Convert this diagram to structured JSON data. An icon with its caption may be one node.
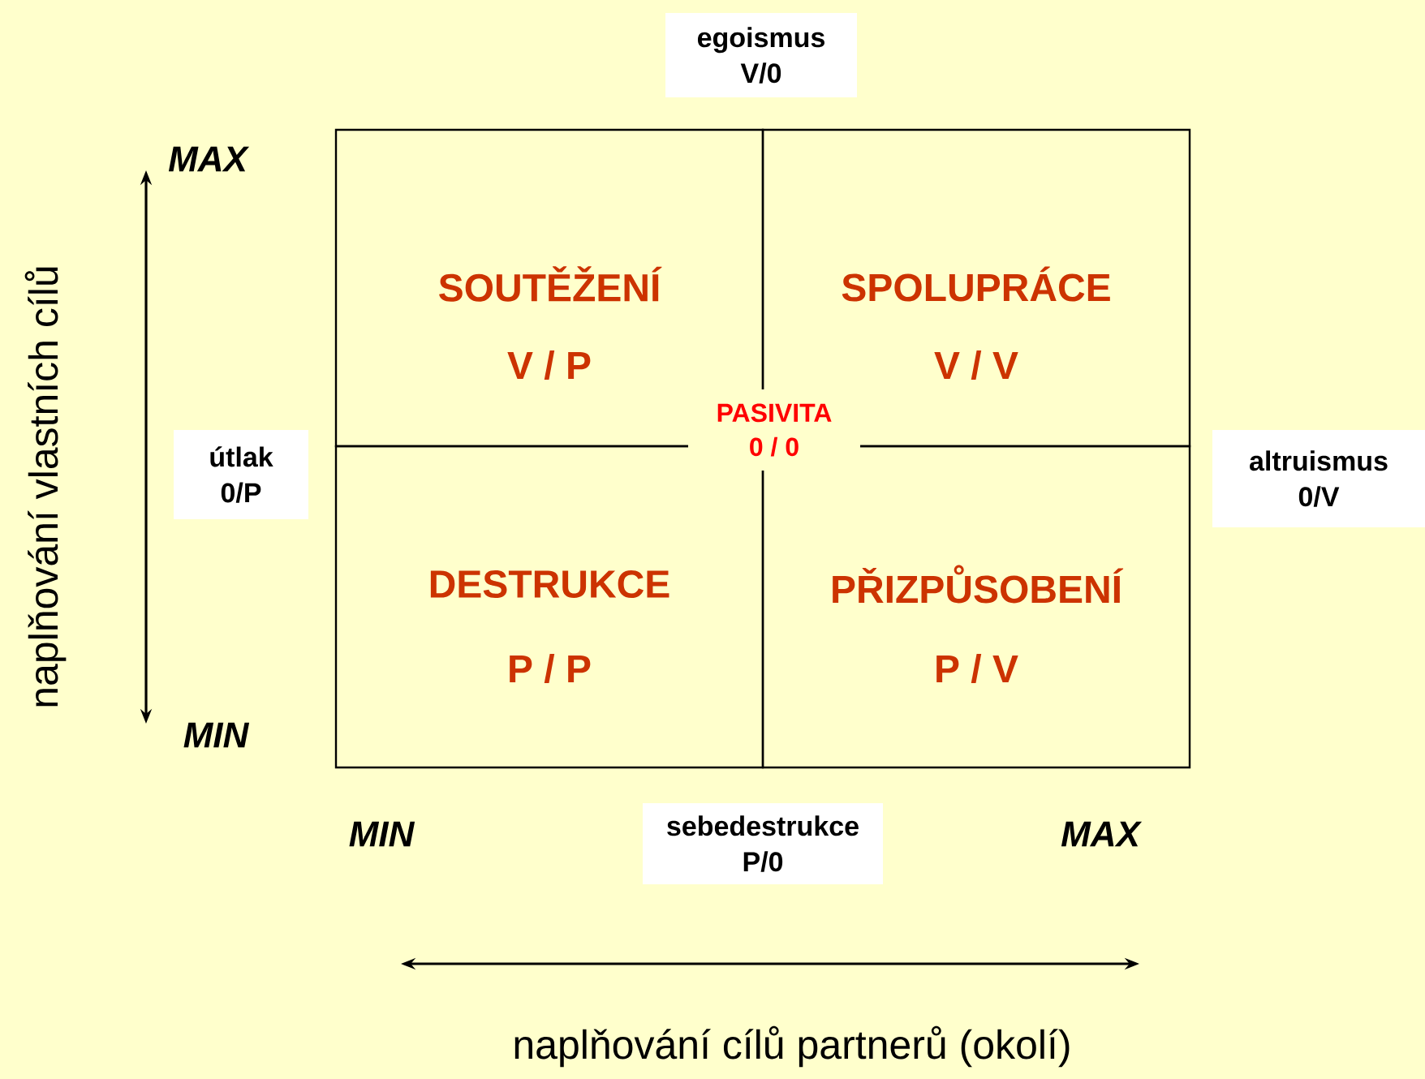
{
  "diagram": {
    "nodes": [
      {
        "text": [
          "egoismus",
          "V/0"
        ]
      },
      {
        "text": [
          "SOUTĚŽENÍ",
          "V / P"
        ]
      },
      {
        "text": [
          "SPOLUPRÁCE",
          "V / V"
        ]
      },
      {
        "text": [
          "PASIVITA",
          "0 / 0"
        ]
      },
      {
        "text": [
          "útlak",
          "0/P"
        ]
      },
      {
        "text": [
          "altruismus",
          "0/V"
        ]
      },
      {
        "text": [
          "DESTRUKCE",
          "P / P"
        ]
      },
      {
        "text": [
          "PŘIZPŮSOBENÍ",
          "P / V"
        ]
      },
      {
        "text": [
          "sebedestrukce",
          "P/0"
        ]
      }
    ],
    "labels": [
      "naplňování vlastních cílů",
      "MAX",
      "MIN",
      "MIN",
      "MAX",
      "naplňování cílů partnerů (okolí)"
    ]
  }
}
